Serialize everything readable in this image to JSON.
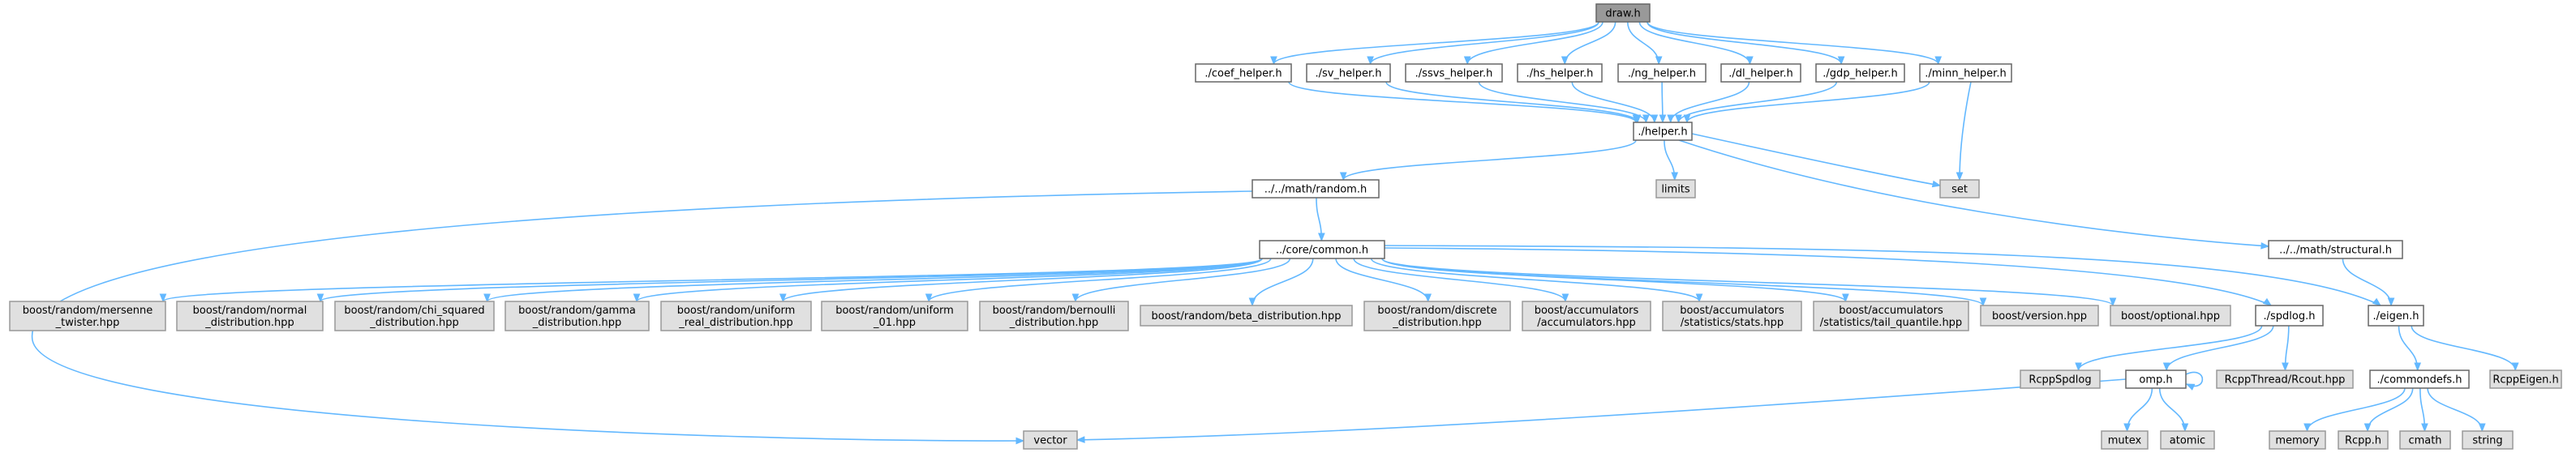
{
  "title": "draw.h",
  "colors": {
    "root_fill": "#999999",
    "internal_fill": "#ffffff",
    "external_fill": "#e0e0e0",
    "edge": "#63b8ff"
  },
  "nodes": {
    "draw": {
      "label": [
        "draw.h"
      ],
      "kind": "root"
    },
    "coef": {
      "label": [
        "./coef_helper.h"
      ],
      "kind": "internal"
    },
    "sv": {
      "label": [
        "./sv_helper.h"
      ],
      "kind": "internal"
    },
    "ssvs": {
      "label": [
        "./ssvs_helper.h"
      ],
      "kind": "internal"
    },
    "hs": {
      "label": [
        "./hs_helper.h"
      ],
      "kind": "internal"
    },
    "ng": {
      "label": [
        "./ng_helper.h"
      ],
      "kind": "internal"
    },
    "dl": {
      "label": [
        "./dl_helper.h"
      ],
      "kind": "internal"
    },
    "gdp": {
      "label": [
        "./gdp_helper.h"
      ],
      "kind": "internal"
    },
    "minn": {
      "label": [
        "./minn_helper.h"
      ],
      "kind": "internal"
    },
    "helper": {
      "label": [
        "./helper.h"
      ],
      "kind": "internal"
    },
    "limits": {
      "label": [
        "limits"
      ],
      "kind": "external"
    },
    "set": {
      "label": [
        "set"
      ],
      "kind": "external"
    },
    "random": {
      "label": [
        "../../math/random.h"
      ],
      "kind": "internal"
    },
    "structural": {
      "label": [
        "../../math/structural.h"
      ],
      "kind": "internal"
    },
    "common": {
      "label": [
        "../core/common.h"
      ],
      "kind": "internal"
    },
    "mersenne": {
      "label": [
        "boost/random/mersenne",
        "_twister.hpp"
      ],
      "kind": "external"
    },
    "normal": {
      "label": [
        "boost/random/normal",
        "_distribution.hpp"
      ],
      "kind": "external"
    },
    "chisq": {
      "label": [
        "boost/random/chi_squared",
        "_distribution.hpp"
      ],
      "kind": "external"
    },
    "gamma": {
      "label": [
        "boost/random/gamma",
        "_distribution.hpp"
      ],
      "kind": "external"
    },
    "unireal": {
      "label": [
        "boost/random/uniform",
        "_real_distribution.hpp"
      ],
      "kind": "external"
    },
    "uni01": {
      "label": [
        "boost/random/uniform",
        "_01.hpp"
      ],
      "kind": "external"
    },
    "bern": {
      "label": [
        "boost/random/bernoulli",
        "_distribution.hpp"
      ],
      "kind": "external"
    },
    "beta": {
      "label": [
        "boost/random/beta_distribution.hpp"
      ],
      "kind": "external"
    },
    "discrete": {
      "label": [
        "boost/random/discrete",
        "_distribution.hpp"
      ],
      "kind": "external"
    },
    "acc": {
      "label": [
        "boost/accumulators",
        "/accumulators.hpp"
      ],
      "kind": "external"
    },
    "stats": {
      "label": [
        "boost/accumulators",
        "/statistics/stats.hpp"
      ],
      "kind": "external"
    },
    "tailq": {
      "label": [
        "boost/accumulators",
        "/statistics/tail_quantile.hpp"
      ],
      "kind": "external"
    },
    "version": {
      "label": [
        "boost/version.hpp"
      ],
      "kind": "external"
    },
    "optional": {
      "label": [
        "boost/optional.hpp"
      ],
      "kind": "external"
    },
    "spdlog": {
      "label": [
        "./spdlog.h"
      ],
      "kind": "internal"
    },
    "eigen": {
      "label": [
        "./eigen.h"
      ],
      "kind": "internal"
    },
    "rcppspdlog": {
      "label": [
        "RcppSpdlog"
      ],
      "kind": "external"
    },
    "omp": {
      "label": [
        "omp.h"
      ],
      "kind": "internal"
    },
    "rcout": {
      "label": [
        "RcppThread/Rcout.hpp"
      ],
      "kind": "external"
    },
    "commondefs": {
      "label": [
        "./commondefs.h"
      ],
      "kind": "internal"
    },
    "rcppeigen": {
      "label": [
        "RcppEigen.h"
      ],
      "kind": "external"
    },
    "vector": {
      "label": [
        "vector"
      ],
      "kind": "external"
    },
    "mutex": {
      "label": [
        "mutex"
      ],
      "kind": "external"
    },
    "atomic": {
      "label": [
        "atomic"
      ],
      "kind": "external"
    },
    "memory": {
      "label": [
        "memory"
      ],
      "kind": "external"
    },
    "rcpph": {
      "label": [
        "Rcpp.h"
      ],
      "kind": "external"
    },
    "cmath": {
      "label": [
        "cmath"
      ],
      "kind": "external"
    },
    "string": {
      "label": [
        "string"
      ],
      "kind": "external"
    }
  },
  "edges": [
    [
      "draw",
      "coef"
    ],
    [
      "draw",
      "sv"
    ],
    [
      "draw",
      "ssvs"
    ],
    [
      "draw",
      "hs"
    ],
    [
      "draw",
      "ng"
    ],
    [
      "draw",
      "dl"
    ],
    [
      "draw",
      "gdp"
    ],
    [
      "draw",
      "minn"
    ],
    [
      "coef",
      "helper"
    ],
    [
      "sv",
      "helper"
    ],
    [
      "ssvs",
      "helper"
    ],
    [
      "hs",
      "helper"
    ],
    [
      "ng",
      "helper"
    ],
    [
      "dl",
      "helper"
    ],
    [
      "gdp",
      "helper"
    ],
    [
      "minn",
      "helper"
    ],
    [
      "minn",
      "set"
    ],
    [
      "helper",
      "limits"
    ],
    [
      "helper",
      "set"
    ],
    [
      "helper",
      "random"
    ],
    [
      "helper",
      "structural"
    ],
    [
      "random",
      "common"
    ],
    [
      "random",
      "vector"
    ],
    [
      "structural",
      "eigen"
    ],
    [
      "common",
      "mersenne"
    ],
    [
      "common",
      "normal"
    ],
    [
      "common",
      "chisq"
    ],
    [
      "common",
      "gamma"
    ],
    [
      "common",
      "unireal"
    ],
    [
      "common",
      "uni01"
    ],
    [
      "common",
      "bern"
    ],
    [
      "common",
      "beta"
    ],
    [
      "common",
      "discrete"
    ],
    [
      "common",
      "acc"
    ],
    [
      "common",
      "stats"
    ],
    [
      "common",
      "tailq"
    ],
    [
      "common",
      "version"
    ],
    [
      "common",
      "optional"
    ],
    [
      "common",
      "spdlog"
    ],
    [
      "common",
      "eigen"
    ],
    [
      "spdlog",
      "rcppspdlog"
    ],
    [
      "spdlog",
      "omp"
    ],
    [
      "spdlog",
      "rcout"
    ],
    [
      "omp",
      "omp"
    ],
    [
      "omp",
      "vector"
    ],
    [
      "omp",
      "mutex"
    ],
    [
      "omp",
      "atomic"
    ],
    [
      "eigen",
      "commondefs"
    ],
    [
      "eigen",
      "rcppeigen"
    ],
    [
      "commondefs",
      "memory"
    ],
    [
      "commondefs",
      "rcpph"
    ],
    [
      "commondefs",
      "cmath"
    ],
    [
      "commondefs",
      "string"
    ]
  ]
}
